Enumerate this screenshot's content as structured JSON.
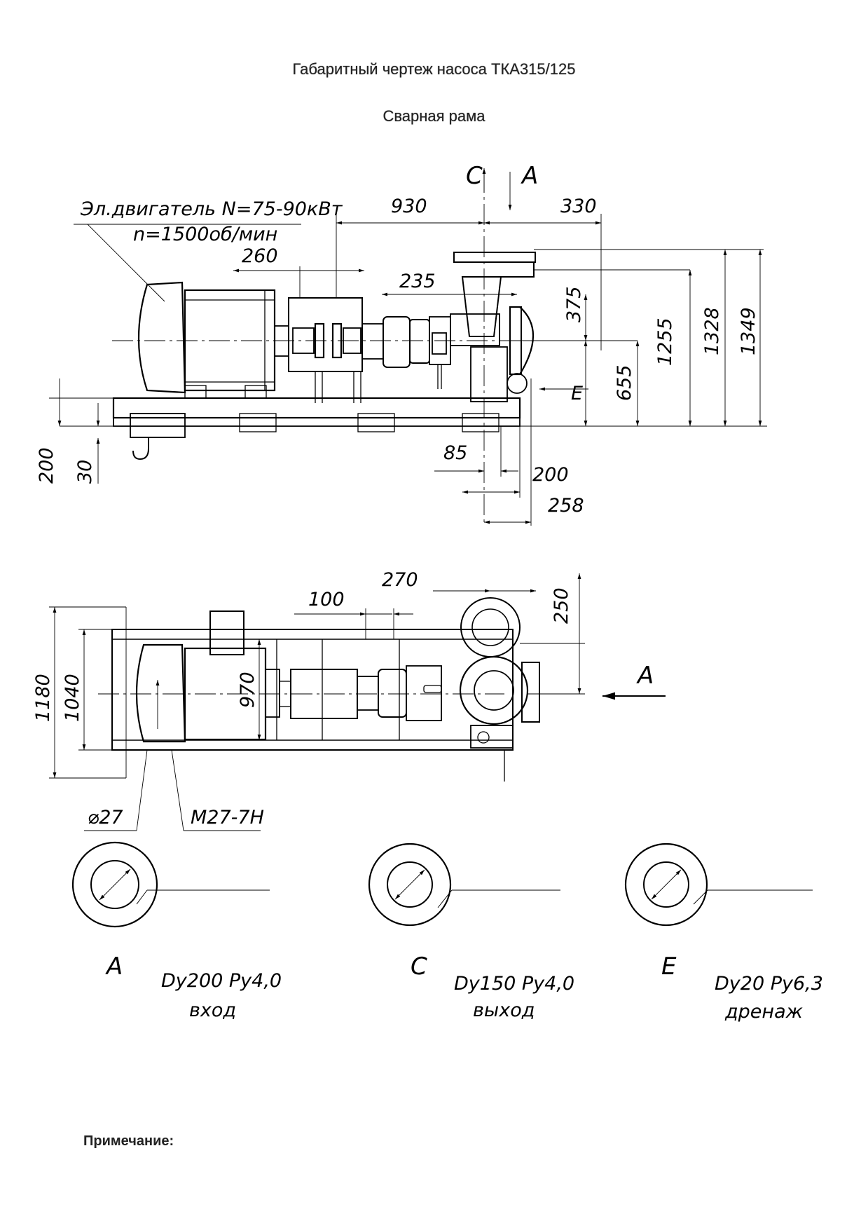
{
  "title": "Габаритный чертеж насоса ТКА315/125",
  "subtitle": "Сварная рама",
  "note": "Примечание:",
  "motor": {
    "line1": "Эл.двигатель N=75-90кВт",
    "line2": "n=1500об/мин"
  },
  "views": {
    "top_c": "С",
    "top_a": "А",
    "side_a": "А",
    "drain_e": "Е"
  },
  "dims_front": {
    "d930": "930",
    "d330": "330",
    "d260": "260",
    "d235": "235",
    "d375": "375",
    "d655": "655",
    "d1255": "1255",
    "d1328": "1328",
    "d1349": "1349",
    "d200_left": "200",
    "d30": "30",
    "d85": "85",
    "d200": "200",
    "d258": "258"
  },
  "dims_plan": {
    "d270": "270",
    "d250": "250",
    "d100": "100",
    "d1180": "1180",
    "d1040": "1040",
    "d970": "970",
    "hole": "⌀27",
    "thread": "М27-7Н"
  },
  "flanges": [
    {
      "letter": "А",
      "spec": "Dy200 Py4,0",
      "purpose": "вход"
    },
    {
      "letter": "С",
      "spec": "Dy150 Py4,0",
      "purpose": "выход"
    },
    {
      "letter": "Е",
      "spec": "Dy20 Py6,3",
      "purpose": "дренаж"
    }
  ]
}
